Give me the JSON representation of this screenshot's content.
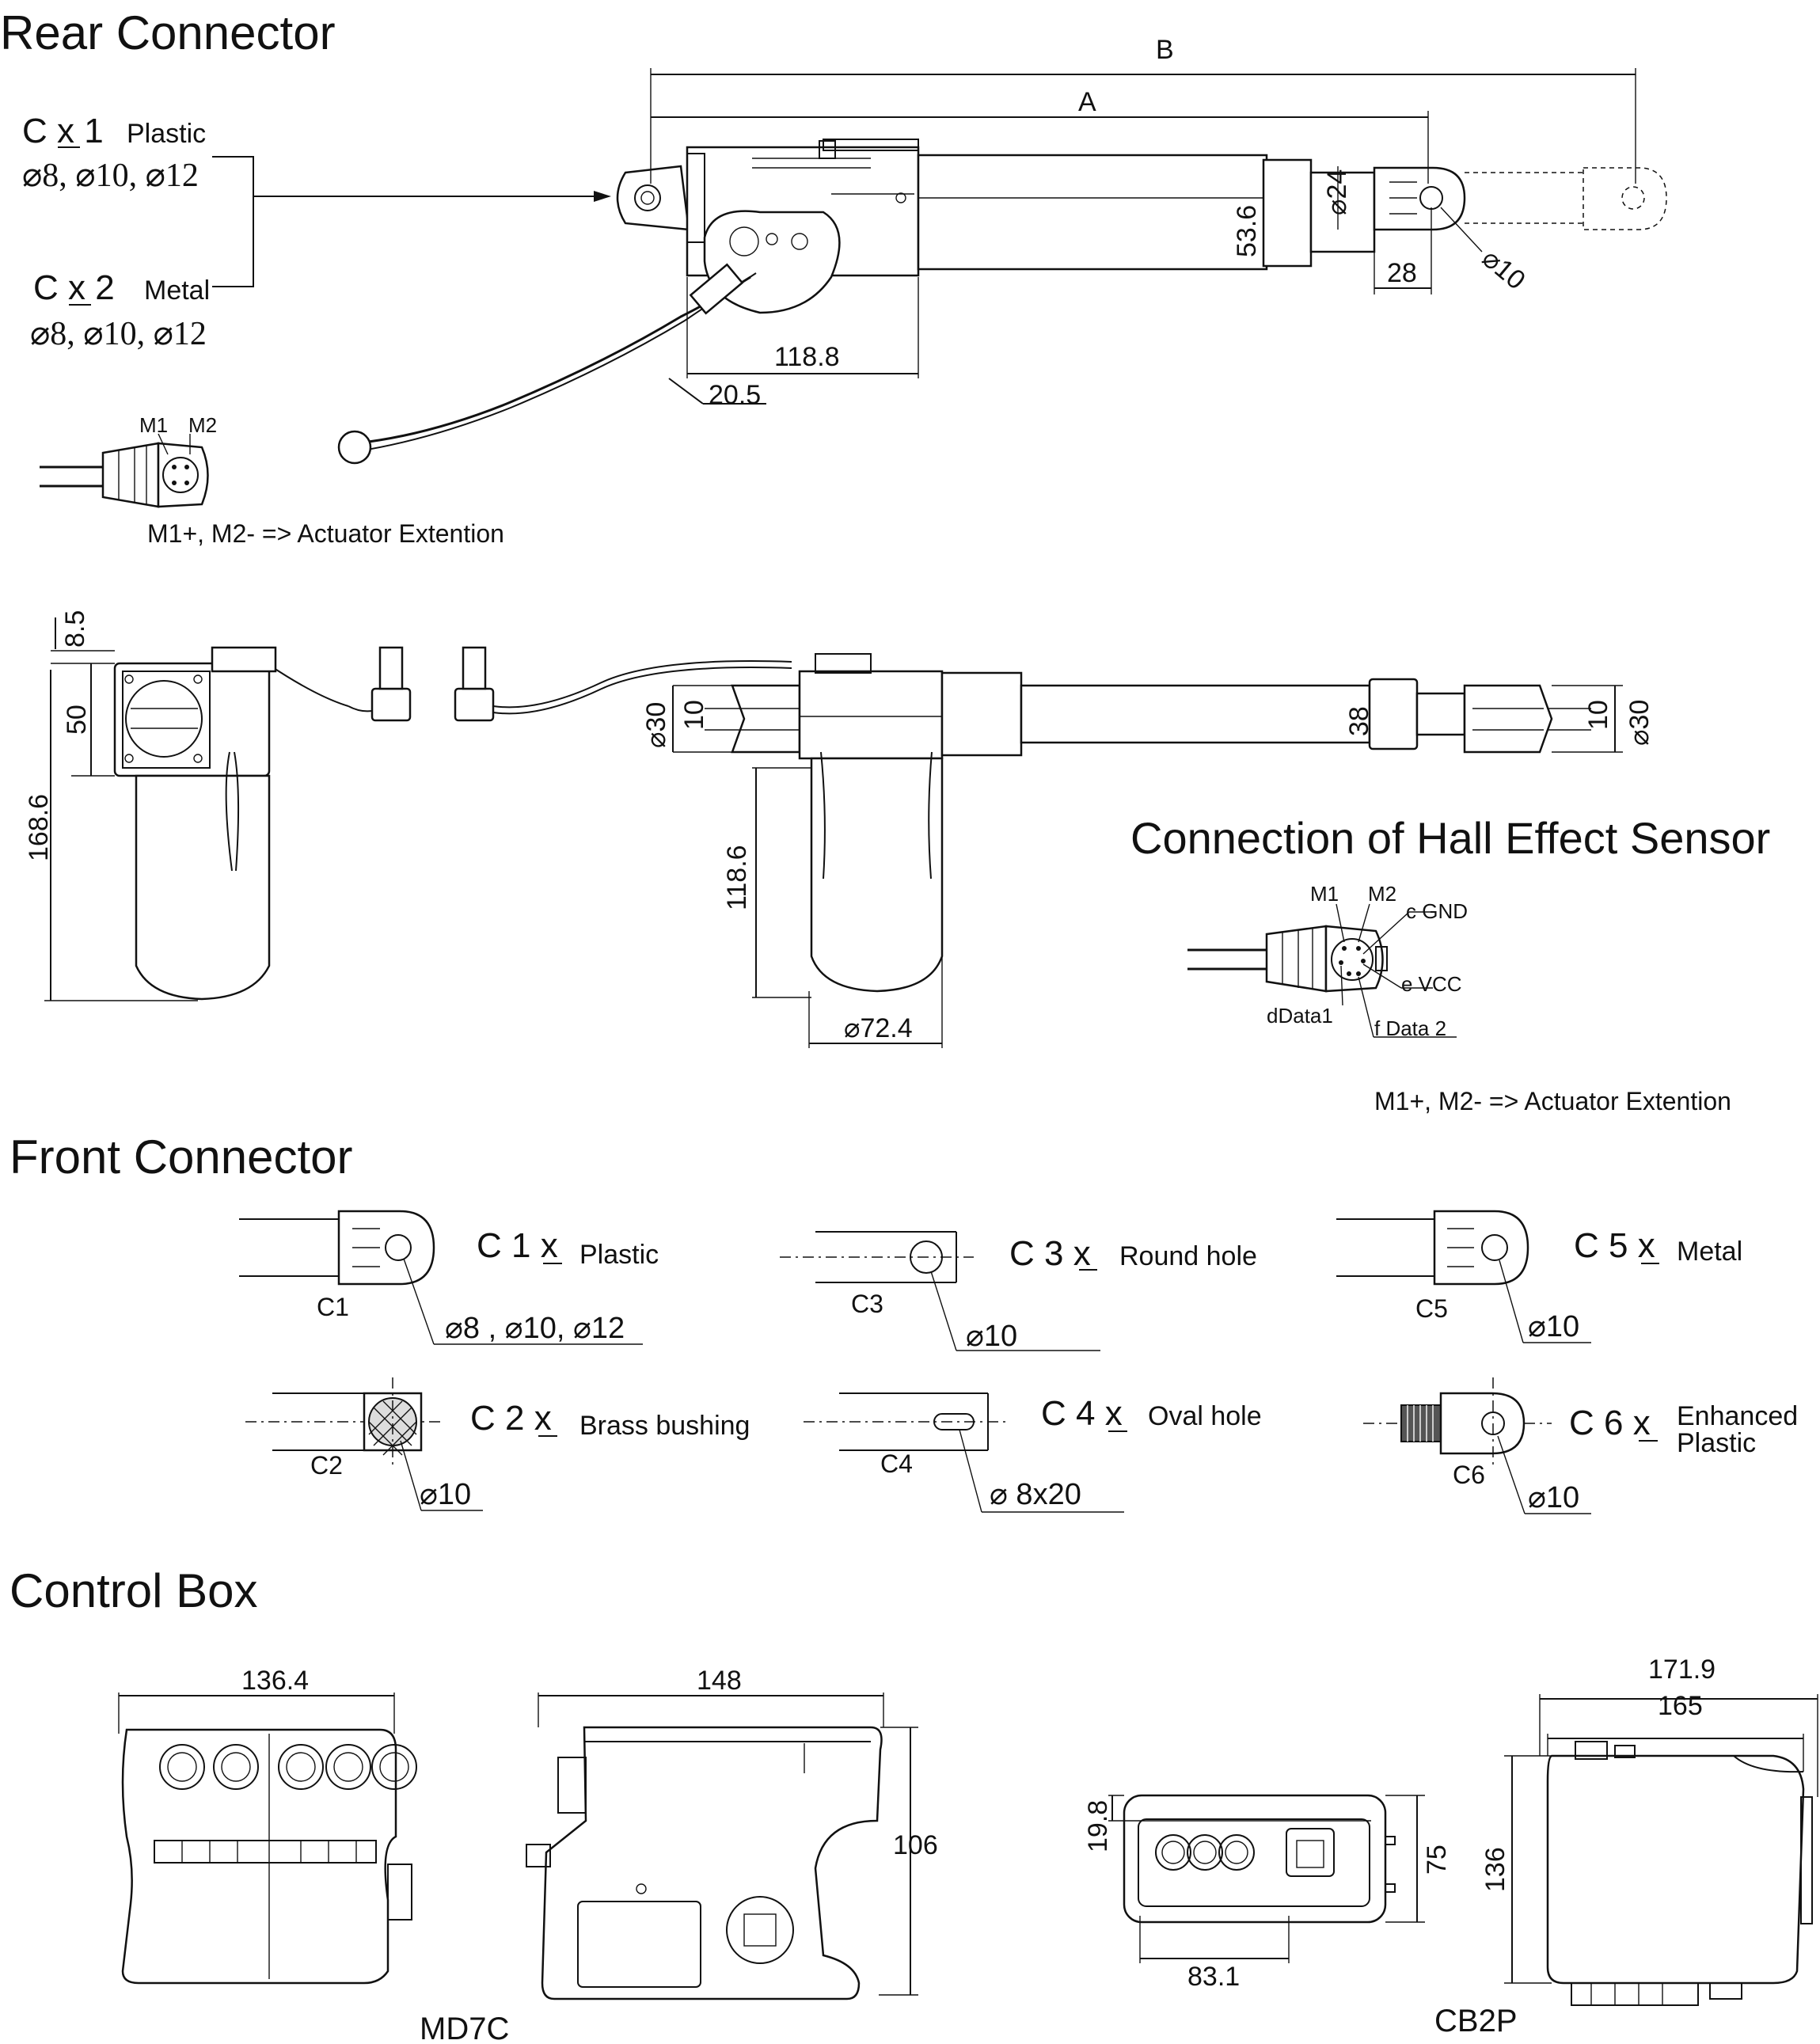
{
  "headings": {
    "rear_connector": "Rear Connector",
    "hall_sensor": "Connection of Hall Effect Sensor",
    "front_connector": "Front Connector",
    "control_box": "Control Box"
  },
  "rear": {
    "option1": {
      "code": "C x 1",
      "type": "Plastic",
      "sizes": "⌀8, ⌀10, ⌀12"
    },
    "option2": {
      "code": "C x 2",
      "type": "Metal",
      "sizes": "⌀8, ⌀10, ⌀12"
    },
    "dims": {
      "B": "B",
      "A": "A",
      "d53_6": "53.6",
      "d24": "⌀24",
      "d28": "28",
      "d10": "⌀10",
      "d118_8": "118.8",
      "d20_5": "20.5"
    },
    "plug": {
      "m1": "M1",
      "m2": "M2",
      "note": "M1+, M2- => Actuator Extention"
    }
  },
  "side": {
    "dims": {
      "d8_5": "8.5",
      "d50": "50",
      "d168_6": "168.6",
      "d30a": "⌀30",
      "d10a": "10",
      "d38": "38",
      "d10b": "10",
      "d30b": "⌀30",
      "d118_6": "118.6",
      "d72_4": "⌀72.4"
    }
  },
  "hall": {
    "m1": "M1",
    "m2": "M2",
    "gnd": "c GND",
    "vcc": "e VCC",
    "data1": "dData1",
    "data2": "f Data 2",
    "note": "M1+, M2- => Actuator Extention"
  },
  "front": [
    {
      "code": "C 1 x",
      "label": "Plastic",
      "tag": "C1",
      "size": "⌀8 , ⌀10, ⌀12"
    },
    {
      "code": "C 3 x",
      "label": "Round hole",
      "tag": "C3",
      "size": "⌀10"
    },
    {
      "code": "C 5 x",
      "label": "Metal",
      "tag": "C5",
      "size": "⌀10"
    },
    {
      "code": "C 2 x",
      "label": "Brass bushing",
      "tag": "C2",
      "size": "⌀10"
    },
    {
      "code": "C 4 x",
      "label": "Oval hole",
      "tag": "C4",
      "size": "⌀ 8x20"
    },
    {
      "code": "C 6 x",
      "label": "Enhanced",
      "label2": "Plastic",
      "tag": "C6",
      "size": "⌀10"
    }
  ],
  "control_box": {
    "md7c": {
      "name": "MD7C",
      "w1": "136.4",
      "w2": "148",
      "h": "106"
    },
    "cb2p": {
      "name": "CB2P",
      "d19_8": "19.8",
      "d75": "75",
      "d83_1": "83.1",
      "d171_9": "171.9",
      "d165": "165",
      "d136": "136"
    }
  }
}
